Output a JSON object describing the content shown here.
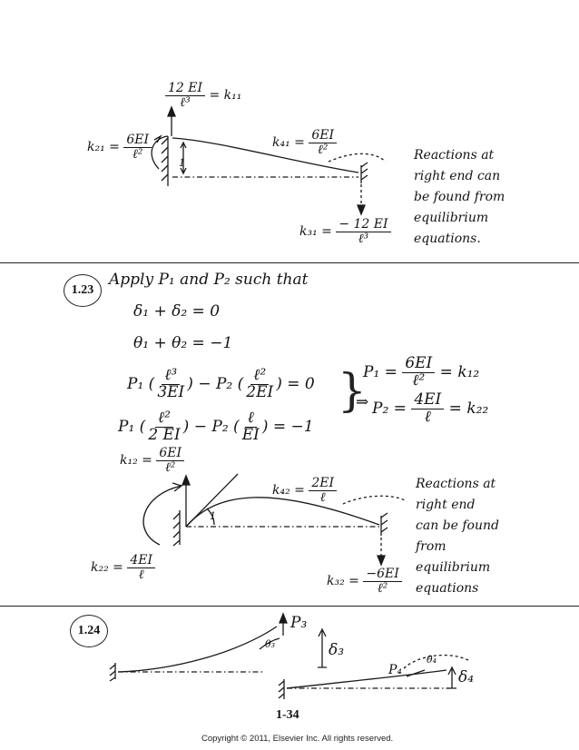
{
  "top": {
    "k11_num": "12 EI",
    "k11_den": "ℓ³",
    "k11_rhs": "= k₁₁",
    "k21_lhs": "k₂₁ =",
    "k21_num": "6EI",
    "k21_den": "ℓ²",
    "k41_lhs": "k₄₁ =",
    "k41_num": "6EI",
    "k41_den": "ℓ²",
    "k31_lhs": "k₃₁ =",
    "k31_num": "− 12 EI",
    "k31_den": "ℓ³",
    "unit": "1",
    "note": [
      "Reactions at",
      "right end can",
      "be found from",
      "equilibrium",
      "equations."
    ]
  },
  "problem_123": {
    "number": "1.23",
    "heading": "Apply   P₁ and P₂ such that",
    "eq1": "δ₁ + δ₂ = 0",
    "eq2": "θ₁ + θ₂ = −1",
    "row1": {
      "p1": "P₁",
      "f1_num": "ℓ³",
      "f1_den": "3EI",
      "minus": "−",
      "p2": "P₂",
      "f2_num": "ℓ²",
      "f2_den": "2EI",
      "rhs": "= 0"
    },
    "row2": {
      "p1": "P₁",
      "f1_num": "ℓ²",
      "f1_den": "2 EI",
      "minus": "−",
      "p2": "P₂",
      "f2_num": "ℓ",
      "f2_den": "EI",
      "rhs": "= −1"
    },
    "arrow": "⇒",
    "res1_lhs": "P₁ =",
    "res1_num": "6EI",
    "res1_den": "ℓ²",
    "res1_rhs": "= k₁₂",
    "res2_lhs": "P₂ =",
    "res2_num": "4EI",
    "res2_den": "ℓ",
    "res2_rhs": "= k₂₂",
    "k12_lhs": "k₁₂ =",
    "k12_num": "6EI",
    "k12_den": "ℓ²",
    "k42_lhs": "k₄₂ =",
    "k42_num": "2EI",
    "k42_den": "ℓ",
    "k22_lhs": "k₂₂ =",
    "k22_num": "4EI",
    "k22_den": "ℓ",
    "k32_lhs": "k₃₂ =",
    "k32_num": "−6EI",
    "k32_den": "ℓ²",
    "unit": "1",
    "note": [
      "Reactions at",
      "right end",
      "can be found",
      "from",
      "equilibrium",
      "equations"
    ]
  },
  "problem_124": {
    "number": "1.24",
    "p3": "P₃",
    "theta3": "θ₃",
    "delta3": "δ₃",
    "p4": "P₄",
    "theta4": "θ₄",
    "delta4": "δ₄"
  },
  "footer": {
    "page_number": "1-34",
    "copyright": "Copyright © 2011, Elsevier Inc. All rights reserved."
  }
}
